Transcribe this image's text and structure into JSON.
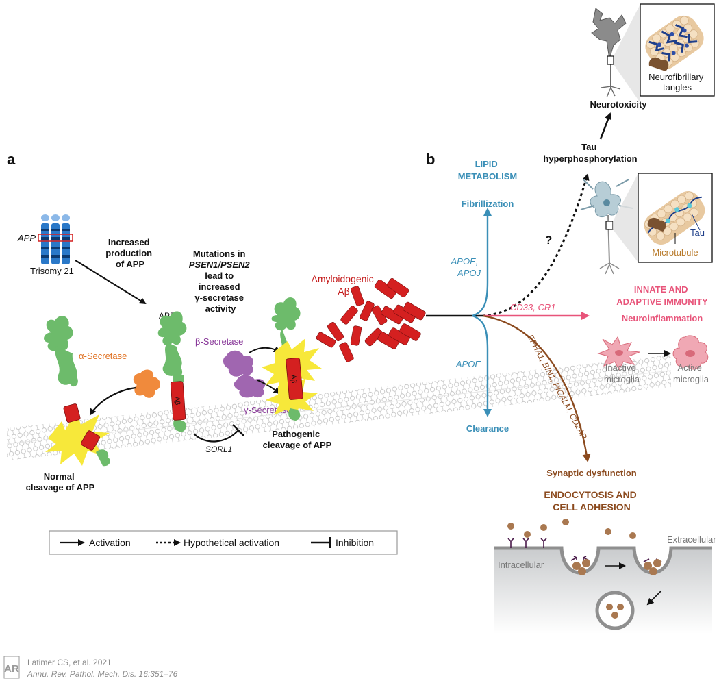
{
  "panels": {
    "a": "a",
    "b": "b"
  },
  "panel_a": {
    "gene_label": "APP",
    "trisomy_label": "Trisomy 21",
    "increased_production": [
      "Increased",
      "production",
      "of APP"
    ],
    "app_label": "APP",
    "mutations_note": [
      "Mutations in",
      "PSEN1/PSEN2",
      "lead to",
      "increased",
      "γ-secretase",
      "activity"
    ],
    "amyloidogenic": [
      "Amyloidogenic",
      "Aβ"
    ],
    "beta_secretase": "β-Secretase",
    "gamma_secretase": "γ-Secretase",
    "alpha_secretase": "α-Secretase",
    "abeta_tag": "Aβ",
    "sorl1": "SORL1",
    "pathogenic_cleavage": [
      "Pathogenic",
      "cleavage of APP"
    ],
    "normal_cleavage": [
      "Normal",
      "cleavage of APP"
    ]
  },
  "legend": {
    "activation": "Activation",
    "hypothetical": "Hypothetical activation",
    "inhibition": "Inhibition"
  },
  "panel_b": {
    "lipid_metabolism": [
      "LIPID",
      "METABOLISM"
    ],
    "fibrillization": "Fibrillization",
    "apoe_apoj": [
      "APOE,",
      "APOJ"
    ],
    "apoe": "APOE",
    "clearance": "Clearance",
    "tau_hyper": [
      "Tau",
      "hyperphosphorylation"
    ],
    "neurotoxicity": "Neurotoxicity",
    "neurofibrillary": [
      "Neurofibrillary",
      "tangles"
    ],
    "question": "?",
    "tau": "Tau",
    "microtubule": "Microtubule",
    "innate_adaptive": [
      "INNATE AND",
      "ADAPTIVE IMMUNITY"
    ],
    "neuroinflammation": "Neuroinflammation",
    "cd33_cr1": "CD33, CR1",
    "inactive_microglia": [
      "Inactive",
      "microglia"
    ],
    "active_microglia": [
      "Active",
      "microglia"
    ],
    "epha1_genes": "EPHA1, BIN1, PICALM, CD2AP",
    "synaptic": "Synaptic dysfunction",
    "endocytosis": [
      "ENDOCYTOSIS AND",
      "CELL ADHESION"
    ],
    "extracellular": "Extracellular",
    "intracellular": "Intracellular"
  },
  "citation": {
    "logo": "AR",
    "line1": "Latimer CS, et al. 2021",
    "line2": "Annu. Rev. Pathol. Mech. Dis. 16:351–76"
  },
  "colors": {
    "lipid": "#3a8fb7",
    "immunity": "#e8547a",
    "endocytosis": "#8b4a1e",
    "abeta_red": "#d42020",
    "app_green": "#6dbb6b",
    "secretase_purple": "#a066b0",
    "alpha_orange": "#f08a3c",
    "cleavage_yellow": "#f7e83a",
    "dna_blue": "#2a78c8"
  }
}
